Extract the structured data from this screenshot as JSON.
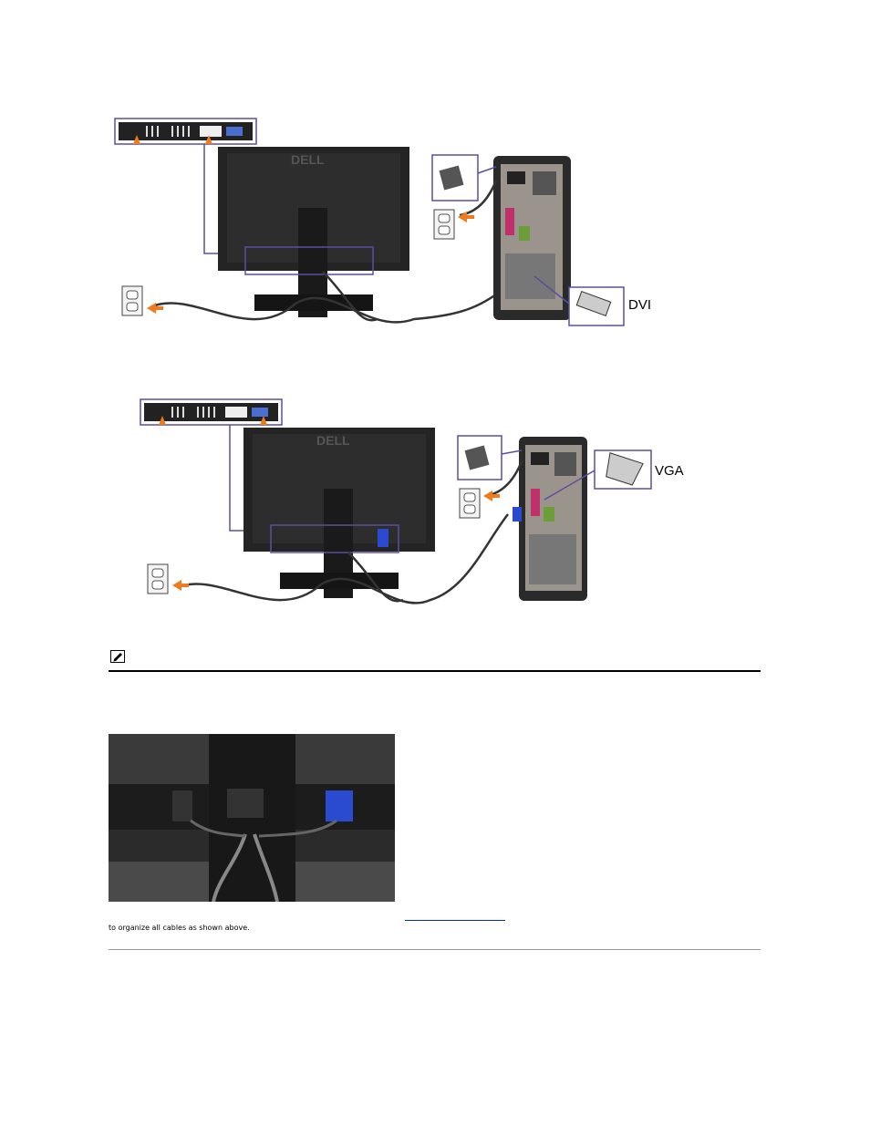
{
  "diagrams": {
    "dvi": {
      "connector_label": "DVI"
    },
    "vga": {
      "connector_label": "VGA"
    }
  },
  "note": {
    "icon": "pencil-note-icon"
  },
  "photo": {
    "subject": "cable-management-photo"
  },
  "caption": {
    "text": "to organize all cables as shown above."
  },
  "colors": {
    "orange_arrow": "#f07a1e",
    "callout_purple": "#5b4ea0",
    "monitor_black": "#1e1e1e",
    "vga_blue": "#2a4bd0",
    "rule": "#000000"
  }
}
